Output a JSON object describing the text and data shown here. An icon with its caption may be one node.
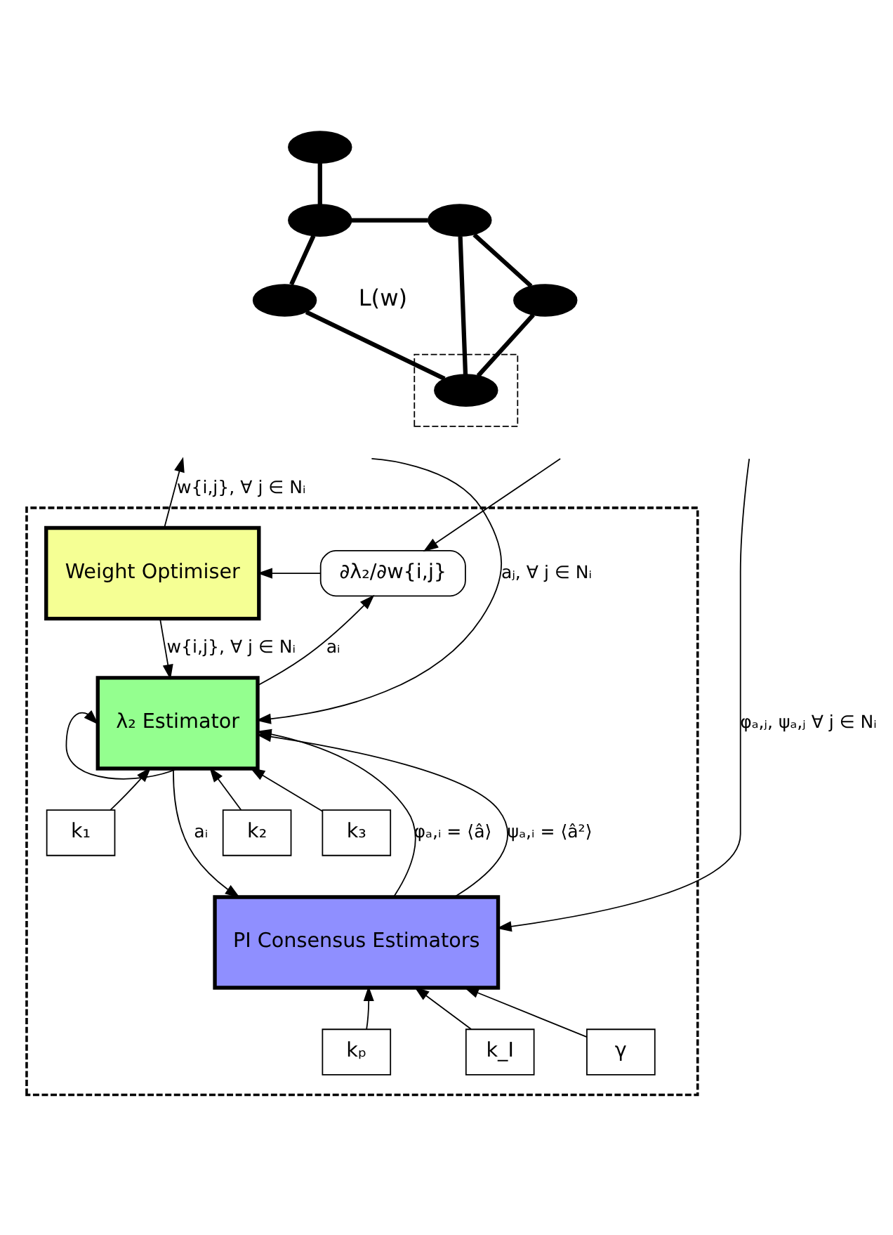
{
  "diagram": {
    "nodes": [
      {
        "text": [],
        "shape": "ellipse"
      },
      {
        "text": [],
        "shape": "ellipse"
      },
      {
        "text": [],
        "shape": "ellipse"
      },
      {
        "text": [],
        "shape": "ellipse"
      },
      {
        "text": [],
        "shape": "ellipse"
      },
      {
        "text": [],
        "shape": "box"
      },
      {
        "text": [],
        "shape": "ellipse",
        "in": 5
      },
      {
        "text": [],
        "shape": "box"
      },
      {
        "text": [
          "Weight Optimiser"
        ],
        "in": 7
      },
      {
        "text": [
          "∂λ₂/∂w{i,j}"
        ],
        "in": 7
      },
      {
        "text": [
          "λ₂ Estimator"
        ],
        "in": 7
      },
      {
        "text": [
          "k₁"
        ],
        "in": 7
      },
      {
        "text": [
          "k₂"
        ],
        "in": 7
      },
      {
        "text": [
          "k₃"
        ],
        "in": 7
      },
      {
        "text": [
          "PI Consensus Estimators"
        ],
        "in": 7
      },
      {
        "text": [
          "kₚ"
        ],
        "in": 7
      },
      {
        "text": [
          "k_I"
        ],
        "in": 7
      },
      {
        "text": [
          "γ"
        ],
        "in": 7
      }
    ],
    "edges": [
      {
        "from": 0,
        "to": 1,
        "arrow": "none",
        "style": "thick"
      },
      {
        "from": 1,
        "to": 2,
        "arrow": "none",
        "style": "thick"
      },
      {
        "from": 1,
        "to": 4,
        "arrow": "none",
        "style": "thick"
      },
      {
        "from": 2,
        "to": 3,
        "arrow": "none",
        "style": "thick"
      },
      {
        "from": 2,
        "to": 6,
        "arrow": "none",
        "style": "thick"
      },
      {
        "from": 3,
        "to": 6,
        "arrow": "none",
        "style": "thick"
      },
      {
        "from": 4,
        "to": 6,
        "arrow": "none",
        "style": "thick"
      },
      {
        "from": 8,
        "to": null,
        "arrow": "to",
        "label": "w{i,j}, ∀ j ∈ Nᵢ"
      },
      {
        "from": 8,
        "to": 10,
        "arrow": "to",
        "label": "w{i,j}, ∀ j ∈ Nᵢ"
      },
      {
        "from": null,
        "to": 10,
        "arrow": "to",
        "label": "aⱼ, ∀ j ∈ Nᵢ"
      },
      {
        "from": null,
        "to": 9,
        "arrow": "to"
      },
      {
        "from": null,
        "to": 14,
        "arrow": "to",
        "label": "φₐ,ⱼ, ψₐ,ⱼ ∀ j ∈ Nᵢ"
      },
      {
        "from": 9,
        "to": 8,
        "arrow": "to"
      },
      {
        "from": 10,
        "to": 9,
        "arrow": "to",
        "label": "aᵢ"
      },
      {
        "from": 10,
        "to": 10,
        "arrow": "to"
      },
      {
        "from": 10,
        "to": 14,
        "arrow": "to",
        "label": "aᵢ"
      },
      {
        "from": 14,
        "to": 10,
        "arrow": "to",
        "label": "φₐ,ᵢ = ⟨â⟩"
      },
      {
        "from": 14,
        "to": 10,
        "arrow": "to",
        "label": "ψₐ,ᵢ = ⟨â²⟩"
      },
      {
        "from": 11,
        "to": 10,
        "arrow": "to"
      },
      {
        "from": 12,
        "to": 10,
        "arrow": "to"
      },
      {
        "from": 13,
        "to": 10,
        "arrow": "to"
      },
      {
        "from": 15,
        "to": 14,
        "arrow": "to"
      },
      {
        "from": 16,
        "to": 14,
        "arrow": "to"
      },
      {
        "from": 17,
        "to": 14,
        "arrow": "to"
      }
    ],
    "labels": [
      "L(w)"
    ]
  }
}
